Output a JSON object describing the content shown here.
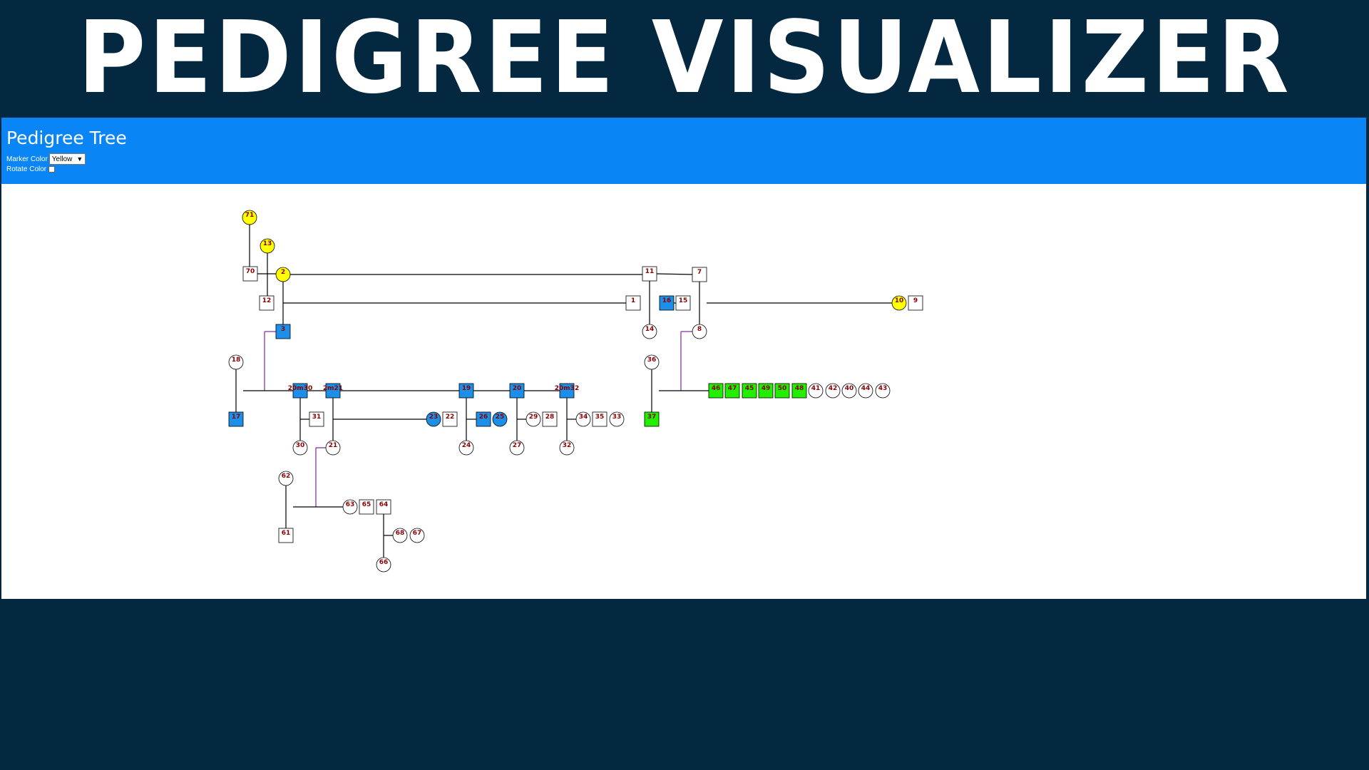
{
  "banner": {
    "title": "PEDIGREE VISUALIZER"
  },
  "header": {
    "title": "Pedigree Tree",
    "marker_color_label": "Marker Color",
    "marker_color_value": "Yellow",
    "rotate_color_label": "Rotate Color"
  },
  "colors": {
    "yellow": "#ffff00",
    "blue": "#1c8fe8",
    "green": "#22ee00",
    "none": "#ffffff",
    "line": "#000000",
    "purple_line": "#7a2a9a",
    "label": "#8b0000"
  },
  "pedigree": {
    "nodes": [
      {
        "id": "71",
        "shape": "circle",
        "fill": "yellow"
      },
      {
        "id": "13",
        "shape": "circle",
        "fill": "yellow"
      },
      {
        "id": "70",
        "shape": "square",
        "fill": "none"
      },
      {
        "id": "2",
        "shape": "circle",
        "fill": "yellow"
      },
      {
        "id": "11",
        "shape": "square",
        "fill": "none"
      },
      {
        "id": "7",
        "shape": "square",
        "fill": "none"
      },
      {
        "id": "12",
        "shape": "square",
        "fill": "none"
      },
      {
        "id": "1",
        "shape": "square",
        "fill": "none"
      },
      {
        "id": "16",
        "shape": "square",
        "fill": "blue"
      },
      {
        "id": "15",
        "shape": "square",
        "fill": "none"
      },
      {
        "id": "10",
        "shape": "circle",
        "fill": "yellow"
      },
      {
        "id": "9",
        "shape": "square",
        "fill": "none"
      },
      {
        "id": "3",
        "shape": "square",
        "fill": "blue"
      },
      {
        "id": "14",
        "shape": "circle",
        "fill": "none"
      },
      {
        "id": "8",
        "shape": "circle",
        "fill": "none"
      },
      {
        "id": "18",
        "shape": "circle",
        "fill": "none"
      },
      {
        "id": "36",
        "shape": "circle",
        "fill": "none"
      },
      {
        "id": "20m30",
        "shape": "square",
        "fill": "blue"
      },
      {
        "id": "2m21",
        "shape": "square",
        "fill": "blue"
      },
      {
        "id": "19",
        "shape": "square",
        "fill": "blue"
      },
      {
        "id": "20",
        "shape": "square",
        "fill": "blue"
      },
      {
        "id": "20m32",
        "shape": "square",
        "fill": "blue"
      },
      {
        "id": "46",
        "shape": "square",
        "fill": "green"
      },
      {
        "id": "47",
        "shape": "square",
        "fill": "green"
      },
      {
        "id": "45",
        "shape": "square",
        "fill": "green"
      },
      {
        "id": "49",
        "shape": "square",
        "fill": "green"
      },
      {
        "id": "50",
        "shape": "square",
        "fill": "green"
      },
      {
        "id": "48",
        "shape": "square",
        "fill": "green"
      },
      {
        "id": "41",
        "shape": "circle",
        "fill": "none"
      },
      {
        "id": "42",
        "shape": "circle",
        "fill": "none"
      },
      {
        "id": "40",
        "shape": "circle",
        "fill": "none"
      },
      {
        "id": "44",
        "shape": "circle",
        "fill": "none"
      },
      {
        "id": "43",
        "shape": "circle",
        "fill": "none"
      },
      {
        "id": "17",
        "shape": "square",
        "fill": "blue"
      },
      {
        "id": "31",
        "shape": "square",
        "fill": "none"
      },
      {
        "id": "23",
        "shape": "circle",
        "fill": "blue"
      },
      {
        "id": "22",
        "shape": "square",
        "fill": "none"
      },
      {
        "id": "26",
        "shape": "square",
        "fill": "blue"
      },
      {
        "id": "25",
        "shape": "circle",
        "fill": "blue"
      },
      {
        "id": "29",
        "shape": "circle",
        "fill": "none"
      },
      {
        "id": "28",
        "shape": "square",
        "fill": "none"
      },
      {
        "id": "34",
        "shape": "circle",
        "fill": "none"
      },
      {
        "id": "35",
        "shape": "square",
        "fill": "none"
      },
      {
        "id": "33",
        "shape": "circle",
        "fill": "none"
      },
      {
        "id": "37",
        "shape": "square",
        "fill": "green"
      },
      {
        "id": "30",
        "shape": "circle",
        "fill": "none"
      },
      {
        "id": "21",
        "shape": "circle",
        "fill": "none"
      },
      {
        "id": "24",
        "shape": "circle",
        "fill": "none"
      },
      {
        "id": "27",
        "shape": "circle",
        "fill": "none"
      },
      {
        "id": "32",
        "shape": "circle",
        "fill": "none"
      },
      {
        "id": "62",
        "shape": "circle",
        "fill": "none"
      },
      {
        "id": "63",
        "shape": "circle",
        "fill": "none"
      },
      {
        "id": "65",
        "shape": "square",
        "fill": "none"
      },
      {
        "id": "64",
        "shape": "square",
        "fill": "none"
      },
      {
        "id": "61",
        "shape": "square",
        "fill": "none"
      },
      {
        "id": "68",
        "shape": "circle",
        "fill": "none"
      },
      {
        "id": "67",
        "shape": "circle",
        "fill": "none"
      },
      {
        "id": "66",
        "shape": "circle",
        "fill": "none"
      }
    ]
  }
}
